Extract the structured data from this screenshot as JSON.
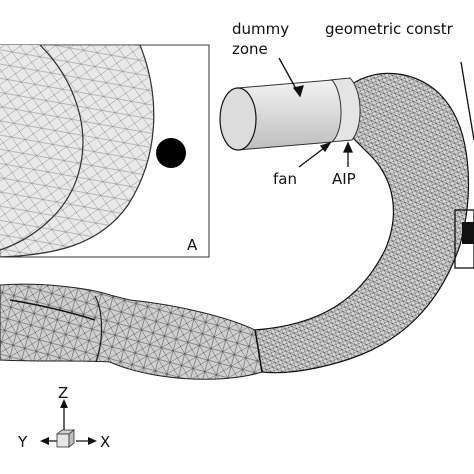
{
  "labels": {
    "dummy_zone_line1": "dummy",
    "dummy_zone_line2": "zone",
    "geometric_constr": "geometric constr",
    "fan": "fan",
    "aip": "AIP",
    "inset_marker": "A"
  },
  "axes": {
    "z": "Z",
    "y": "Y",
    "x": "X"
  },
  "colors": {
    "mesh_line": "#1a1a1a",
    "surface_light": "#e6e6e6",
    "surface_mid": "#c8c8c8",
    "cylinder_face": "#dedede",
    "background": "#ffffff"
  }
}
